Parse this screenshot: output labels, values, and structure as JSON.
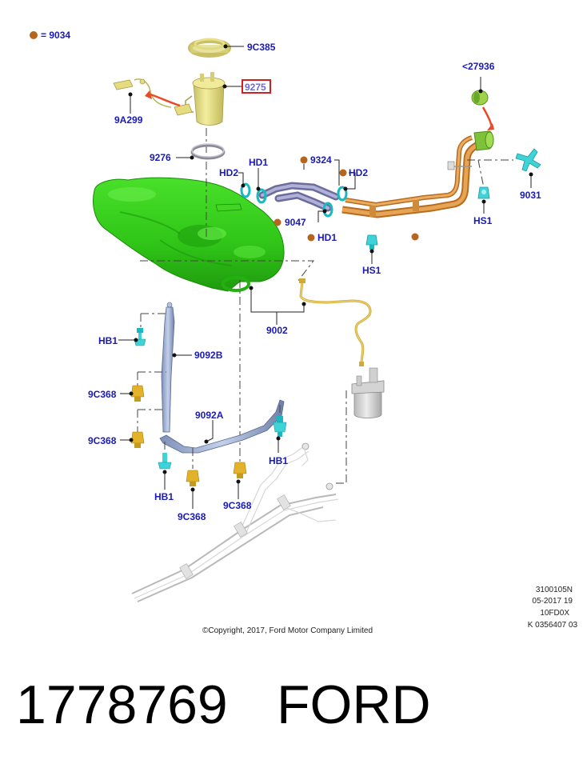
{
  "legend": {
    "symbol": "brown-dot",
    "text": "= 9034"
  },
  "labels": {
    "pump_ring": "9C385",
    "sender": "9275",
    "connector": "9A299",
    "seal": "9276",
    "cap": "<27936",
    "filler_hose": "9324",
    "vent": "9031",
    "clamp_hd2_left": "HD2",
    "clamp_hd1_top": "HD1",
    "clamp_hd2_right": "HD2",
    "hose_9047": "9047",
    "clamp_hd1_bottom": "HD1",
    "hs1_right": "HS1",
    "hs1_center": "HS1",
    "fuel_line": "9002",
    "hb1_top": "HB1",
    "strap_b": "9092B",
    "nut_1": "9C368",
    "strap_a": "9092A",
    "nut_2": "9C368",
    "hb1_right": "HB1",
    "hb1_bottom": "HB1",
    "nut_3": "9C368",
    "nut_4": "9C368"
  },
  "metadata": [
    "3100105N",
    "05-2017 19",
    "10FD0X",
    "K 0356407 03"
  ],
  "copyright": "©Copyright, 2017, Ford Motor Company Limited",
  "part_number": "1778769",
  "brand": "FORD",
  "colors": {
    "label": "#1a1ab8",
    "legend_dot": "#b5651d",
    "tank": "#3ed21a",
    "pump": "#e8e08a",
    "filler_pipe": "#d88a3a",
    "clip": "#3fd3d8",
    "nut": "#e2b22a",
    "highlight_box": "#d02020",
    "arrow": "#e84a2a"
  }
}
